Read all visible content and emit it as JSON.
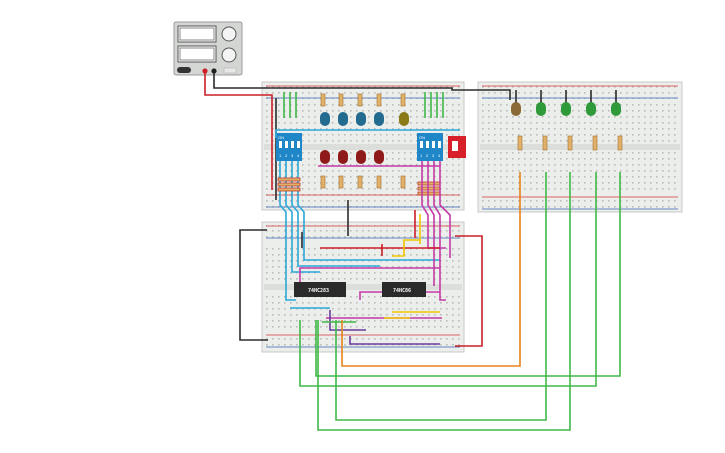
{
  "chips": [
    {
      "id": "chip-1",
      "label": "74HC283"
    },
    {
      "id": "chip-2",
      "label": "74HC86"
    }
  ],
  "dip_switches": [
    {
      "id": "dip-1",
      "on_label": "ON",
      "numbers": [
        "1",
        "2",
        "3",
        "4"
      ]
    },
    {
      "id": "dip-2",
      "on_label": "ON",
      "numbers": [
        "1",
        "2",
        "3",
        "4"
      ]
    }
  ],
  "colors": {
    "breadboard": "#eceeec",
    "power_red": "#d8323a",
    "power_blue": "#3a64b0",
    "wire_black": "#2b2b2b",
    "wire_red": "#cc1f28",
    "wire_blue": "#2aa8d8",
    "wire_green": "#3fb848",
    "wire_magenta": "#c43aa6",
    "wire_yellow": "#f2c500",
    "wire_orange": "#e8841c",
    "wire_purple": "#6a3a9a",
    "led_blue": "#236c8f",
    "led_red": "#8f1a1a",
    "led_green": "#2e9a3a",
    "led_olive": "#8a7a18",
    "led_brown": "#8b6a36",
    "dip_body": "#1f86c8",
    "slide_switch": "#d8202a",
    "chip_body": "#2a2a2a"
  },
  "components": {
    "power_supply": "bench-power-supply",
    "resistor_icon": "resistor-icon",
    "led_icon": "led-icon"
  }
}
